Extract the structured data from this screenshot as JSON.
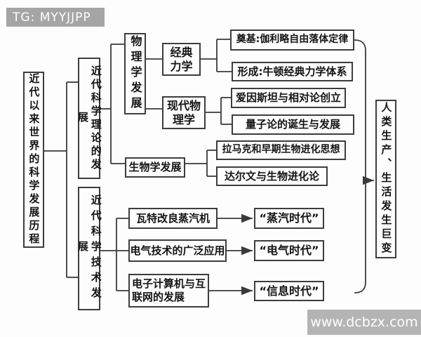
{
  "badge": {
    "label": "TG: MYYJJPP"
  },
  "watermark": {
    "label": "www.dcbzx.com"
  },
  "colors": {
    "line": "#3a3a3a",
    "badge_bg": "#a5a5a5",
    "watermark_bg": "#b4b4b4",
    "box_border": "#3d3d3d",
    "background": "#fdfdfd"
  },
  "nodes": {
    "root": {
      "label": "近代以来世界的科学发展历程"
    },
    "theory": {
      "label": "近代科学理论的发展"
    },
    "tech": {
      "label": "近代科学技术发展"
    },
    "physics": {
      "label": "物理学发展"
    },
    "classical": {
      "label": "经典力学"
    },
    "modern": {
      "label": "现代物理学"
    },
    "foundation": {
      "label": "奠基:伽利略自由落体定律"
    },
    "formation": {
      "label": "形成:牛顿经典力学体系"
    },
    "einstein": {
      "label": "爱因斯坦与相对论创立"
    },
    "quantum": {
      "label": "量子论的诞生与发展"
    },
    "biology": {
      "label": "生物学发展"
    },
    "lamarck": {
      "label": "拉马克和早期生物进化思想"
    },
    "darwin": {
      "label": "达尔文与生物进化论"
    },
    "watt": {
      "label": "瓦特改良蒸汽机"
    },
    "steam_age": {
      "label": "“蒸汽时代”"
    },
    "electric": {
      "label": "电气技术的广泛应用"
    },
    "electric_age": {
      "label": "“电气时代”"
    },
    "computer": {
      "label": "电子计算机与互联网的发展"
    },
    "info_age": {
      "label": "“信息时代”"
    },
    "impact": {
      "label": "人类生产、生活发生巨变"
    }
  }
}
